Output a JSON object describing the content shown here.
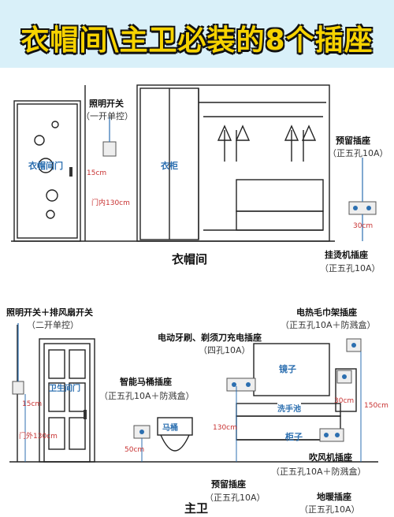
{
  "title": "衣帽间\\主卫必装的8个插座",
  "section1": {
    "name": "衣帽间",
    "door_label": "衣帽间门",
    "wardrobe_label": "衣柜",
    "light_switch": {
      "name": "照明开关",
      "spec": "（一开单控）"
    },
    "dist_15": "15cm",
    "dist_130": "门内130cm",
    "reserved_socket": {
      "name": "预留插座",
      "spec": "（正五孔10A）"
    },
    "dist_30": "30cm",
    "iron_socket": {
      "name": "挂烫机插座",
      "spec": "（正五孔10A）"
    }
  },
  "section2": {
    "name": "主卫",
    "door_label": "卫生间门",
    "light_fan_switch": {
      "name": "照明开关＋排风扇开关",
      "spec": "（二开单控）"
    },
    "dist_15": "15cm",
    "dist_130": "门外130cm",
    "toilet_socket": {
      "name": "智能马桶插座",
      "spec": "（正五孔10A＋防溅盒）"
    },
    "toilet_label": "马桶",
    "dist_50": "50cm",
    "toothbrush_socket": {
      "name": "电动牙刷、剃须刀充电插座",
      "spec": "（四孔10A）"
    },
    "mirror_label": "镜子",
    "sink_label": "洗手池",
    "cabinet_label": "柜子",
    "dist_130b": "130cm",
    "towel_socket": {
      "name": "电热毛巾架插座",
      "spec": "（正五孔10A＋防溅盒）"
    },
    "dist_30": "30cm",
    "dist_150": "150cm",
    "hairdryer_socket": {
      "name": "吹风机插座",
      "spec": "（正五孔10A＋防溅盒）"
    },
    "reserved_socket": {
      "name": "预留插座",
      "spec": "（正五孔10A）"
    },
    "floorheat_socket": {
      "name": "地暖插座",
      "spec": "（正五孔10A）"
    }
  },
  "colors": {
    "banner_bg": "#d9f0f9",
    "title_yellow": "#f7d300",
    "accent_blue": "#2c6fb0",
    "dim_red": "#c83232",
    "socket_blue": "#2c6fb0"
  }
}
